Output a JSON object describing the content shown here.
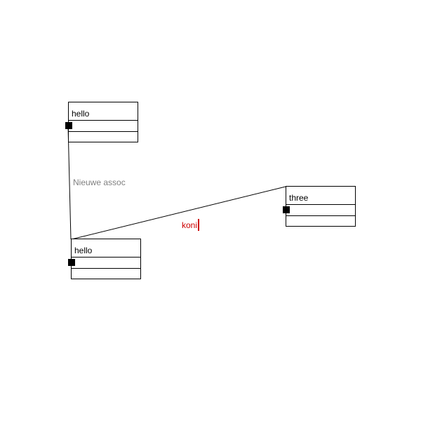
{
  "diagram": {
    "classes": [
      {
        "id": "class-hello-top",
        "name": "hello"
      },
      {
        "id": "class-hello-bottom",
        "name": "hello"
      },
      {
        "id": "class-three",
        "name": "three"
      }
    ],
    "associations": [
      {
        "from": "class-hello-top",
        "to": "class-hello-bottom",
        "label": "Nieuwe assoc"
      },
      {
        "from": "class-hello-bottom",
        "to": "class-three",
        "label": "koni"
      }
    ]
  },
  "colors": {
    "line": "#000000",
    "box_border": "#000000",
    "label_default": "#808080",
    "label_editing": "#cc0000",
    "caret": "#cc0000"
  }
}
